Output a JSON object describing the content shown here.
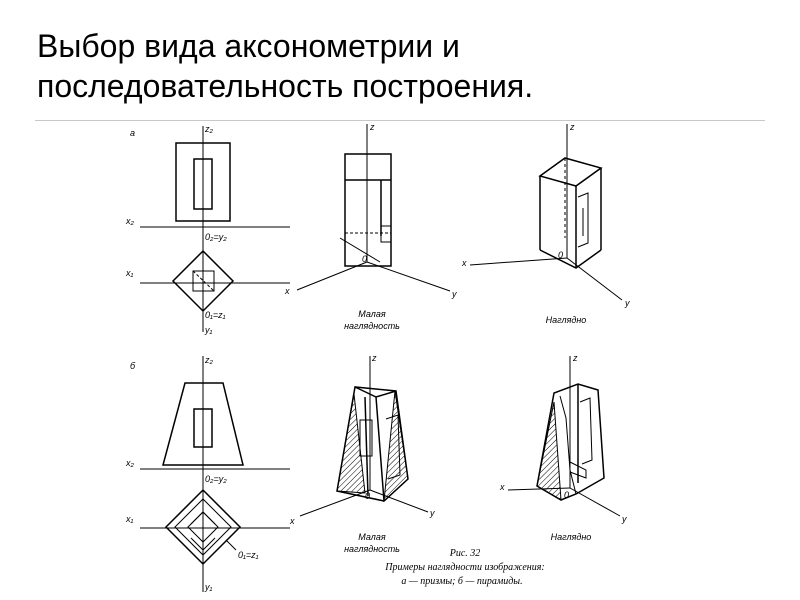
{
  "slide": {
    "title_line1": "Выбор вида аксонометрии и",
    "title_line2": "последовательность построения."
  },
  "figure": {
    "row_a": {
      "label": "а",
      "axes": {
        "z2": "z₂",
        "x2": "x₂",
        "o2y2": "0₂=y₂",
        "x1": "x₁",
        "o1z1": "0₁=z₁",
        "y1": "y₁"
      },
      "views": {
        "small": {
          "z": "z",
          "o": "0",
          "x": "x",
          "y": "y",
          "caption_line1": "Малая",
          "caption_line2": "наглядность"
        },
        "clear": {
          "z": "z",
          "o": "0",
          "x": "x",
          "y": "y",
          "caption": "Наглядно"
        }
      }
    },
    "row_b": {
      "label": "б",
      "axes": {
        "z2": "z₂",
        "x2": "x₂",
        "o2y2": "0₂=y₂",
        "x1": "x₁",
        "o1z1": "0₁=z₁",
        "y1": "y₁"
      },
      "views": {
        "small": {
          "z": "z",
          "o": "0",
          "x": "x",
          "y": "y",
          "caption_line1": "Малая",
          "caption_line2": "наглядность"
        },
        "clear": {
          "z": "z",
          "o": "0",
          "x": "x",
          "y": "y",
          "caption": "Наглядно"
        }
      }
    },
    "caption": {
      "number": "Рис. 32",
      "line1": "Примеры наглядности изображения:",
      "line2": "а — призмы; б — пирамиды."
    }
  }
}
